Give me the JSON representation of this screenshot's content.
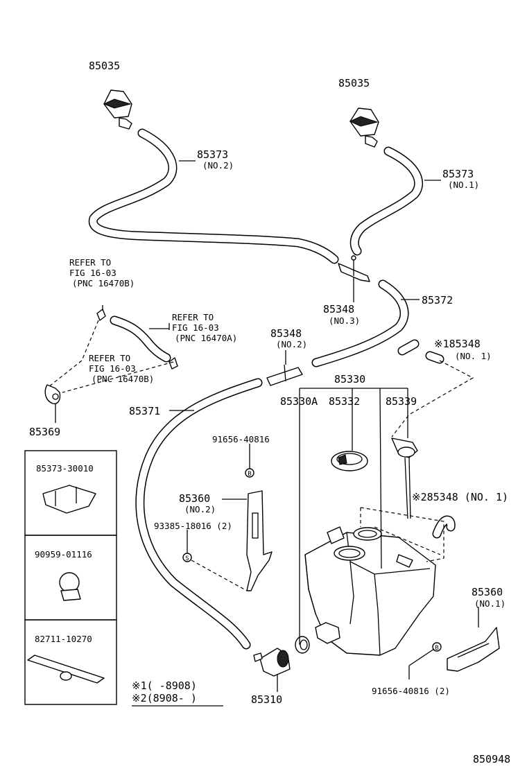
{
  "labels": {
    "nozzle_left": "85035",
    "nozzle_right": "85035",
    "hose_no2_num": "85373",
    "hose_no2_sub": "(NO.2)",
    "hose_no1_num": "85373",
    "hose_no1_sub": "(NO.1)",
    "refer1_l1": "REFER TO",
    "refer1_l2": "FIG 16-03",
    "refer1_l3": "(PNC 16470B)",
    "refer2_l1": "REFER TO",
    "refer2_l2": "FIG 16-03",
    "refer2_l3": "(PNC 16470A)",
    "refer3_l1": "REFER TO",
    "refer3_l2": "FIG 16-03",
    "refer3_l3": "(PNC 16470B)",
    "joint_no3_num": "85348",
    "joint_no3_sub": "(NO.3)",
    "hose_85372": "85372",
    "joint_no2_num": "85348",
    "joint_no2_sub": "(NO.2)",
    "joint_no1_num": "※185348",
    "joint_no1_sub": "(NO. 1)",
    "tank_assy": "85330",
    "tank_85330a": "85330A",
    "cap_85332": "85332",
    "pipe_85339": "85339",
    "hose_85371": "85371",
    "clip_85369": "85369",
    "bolt_top": "91656-40816",
    "bracket_no2_num": "85360",
    "bracket_no2_sub": "(NO.2)",
    "screw": "93385-18016 (2)",
    "joint_star2": "※285348 (NO. 1)",
    "bracket_no1_num": "85360",
    "bracket_no1_sub": "(NO.1)",
    "bolt_bottom": "91656-40816 (2)",
    "motor_85310": "85310",
    "box1_part": "85373-30010",
    "box2_part": "90959-01116",
    "box3_part": "82711-10270",
    "note1": "※1(    -8908)",
    "note2": "※2(8908-    )",
    "figure_code": "850948",
    "badge_b": "B",
    "badge_s": "S"
  }
}
